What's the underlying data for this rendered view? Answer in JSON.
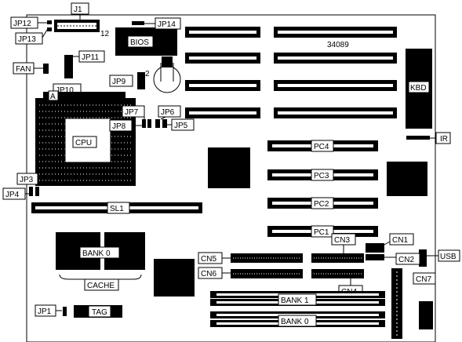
{
  "labels": {
    "J1": "J1",
    "JP12": "JP12",
    "JP13": "JP13",
    "JP14": "JP14",
    "BIOS": "BIOS",
    "num_12": "12",
    "model": "34089",
    "FAN": "FAN",
    "JP11": "JP11",
    "JP9": "JP9",
    "num_2": "2",
    "JP10": "JP10",
    "A": "A",
    "KBD": "KBD",
    "JP7": "JP7",
    "JP6": "JP6",
    "JP8": "JP8",
    "JP5": "JP5",
    "CPU": "CPU",
    "PC4": "PC4",
    "PC3": "PC3",
    "PC2": "PC2",
    "PC1": "PC1",
    "IR": "IR",
    "JP3": "JP3",
    "JP4": "JP4",
    "SL1": "SL1",
    "BANK0_cache": "BANK 0",
    "CACHE": "CACHE",
    "CN3": "CN3",
    "CN1": "CN1",
    "CN5": "CN5",
    "CN2": "CN2",
    "USB": "USB",
    "CN6": "CN6",
    "CN4": "CN4",
    "CN7": "CN7",
    "BANK1": "BANK 1",
    "BANK0_simm": "BANK 0",
    "JP1": "JP1",
    "TAG": "TAG"
  },
  "colors": {
    "ink": "#000000",
    "paper": "#ffffff"
  }
}
